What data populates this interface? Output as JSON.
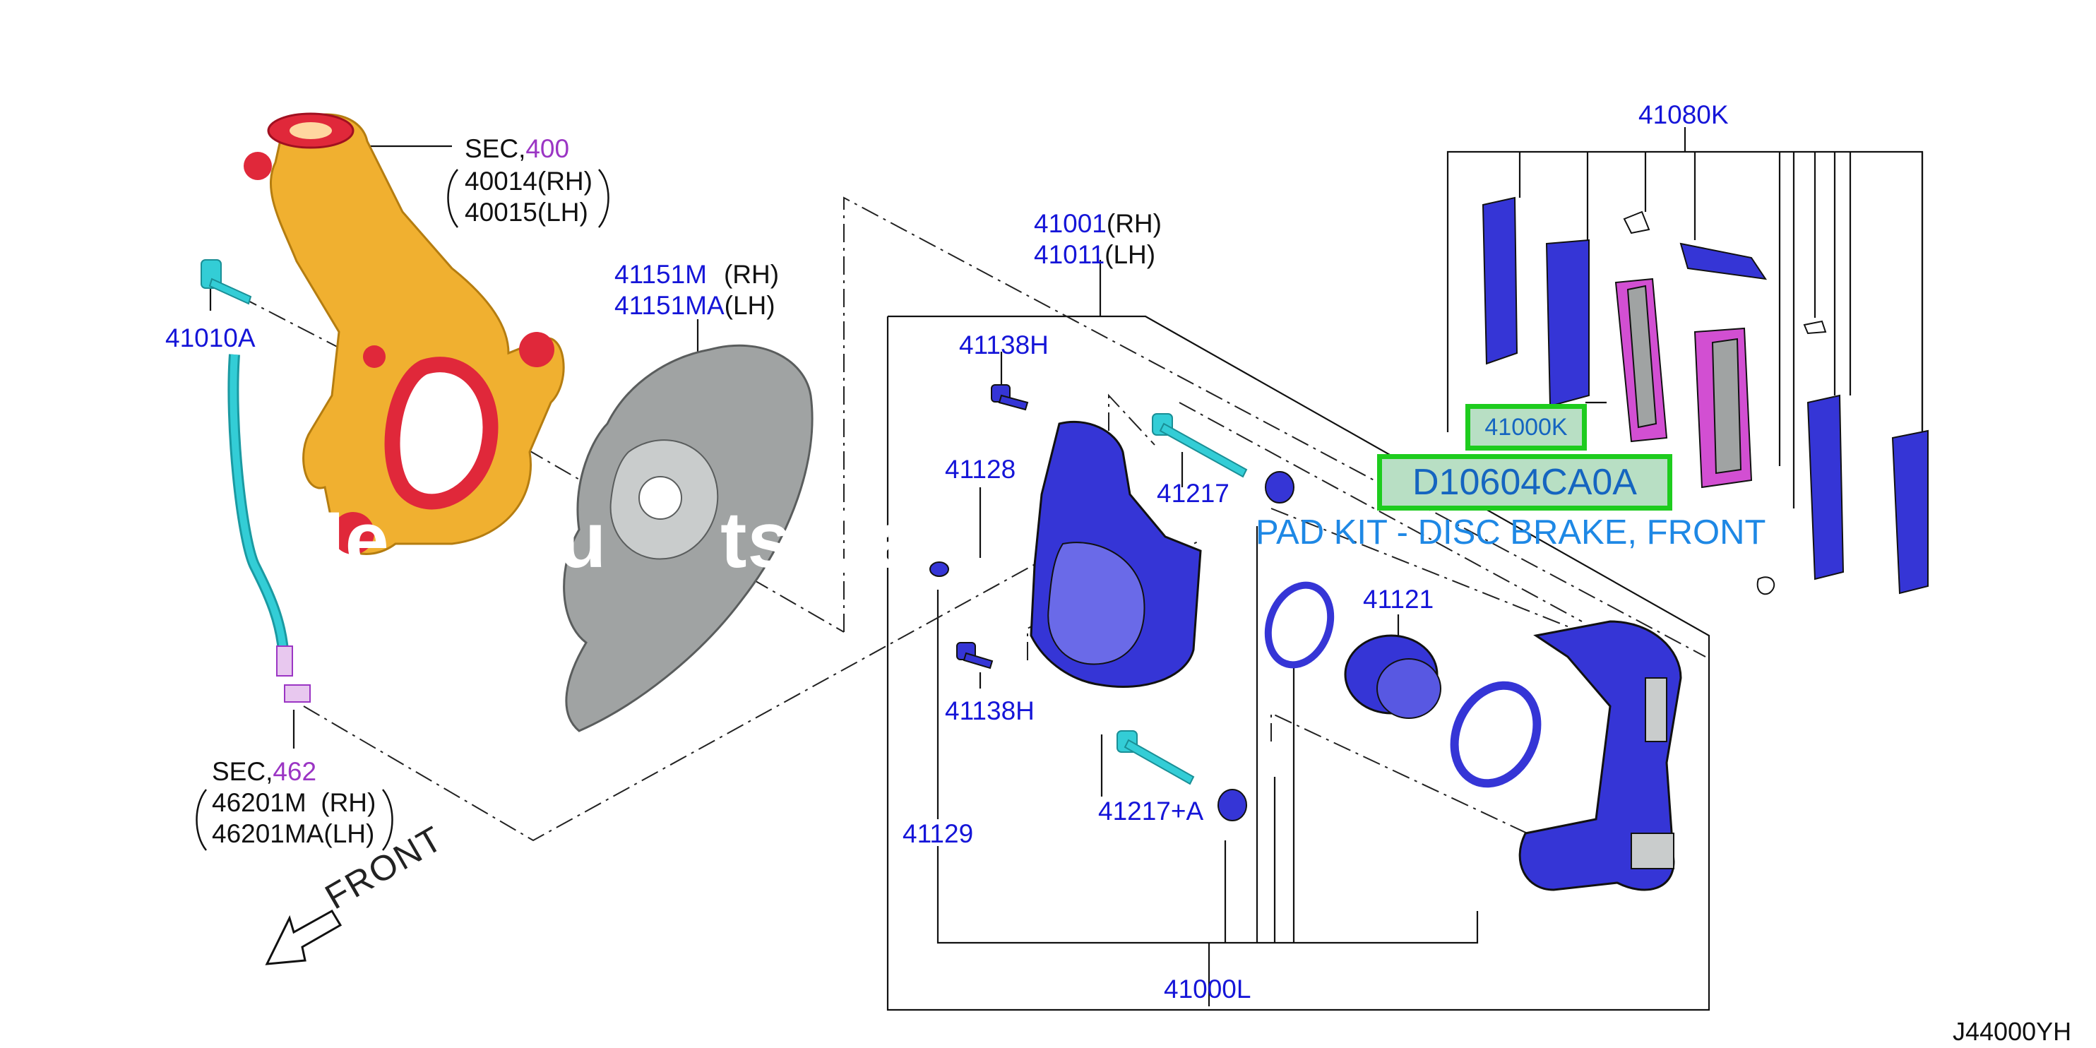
{
  "colors": {
    "callout_blue": "#1515d8",
    "callout_black": "#111111",
    "section_purple": "#9b35c4",
    "highlight_border": "#1ecc1e",
    "highlight_fill": "#b8dfc4",
    "knuckle_gold": "#f0b030",
    "knuckle_red": "#e0283a",
    "hose_cyan": "#33cdd6",
    "caliper_blue": "#3535d6",
    "shield_gray": "#a0a3a3",
    "pad_magenta": "#d24fd2",
    "watermark": "#ffffff"
  },
  "diagram": {
    "sec400": {
      "prefix": "SEC,",
      "num": "400",
      "rh": "40014(RH)",
      "lh": "40015(LH)"
    },
    "bolt": "41010A",
    "shield": {
      "rh_num": "41151M",
      "rh_suffix": "(RH)",
      "lh_num": "41151MA",
      "lh_suffix": "(LH)"
    },
    "caliper": {
      "rh_num": "41001",
      "rh_suffix": "(RH)",
      "lh_num": "41011",
      "lh_suffix": "(LH)"
    },
    "bolt_upper": "41138H",
    "bolt_lower": "41138H",
    "pin_upper": "41217",
    "pin_lower": "41217+A",
    "bleeder": "41128",
    "cap": "41129",
    "piston": "41121",
    "seal_kit": "41000L",
    "pad_kit": "41080K",
    "sec462": {
      "prefix": "SEC,",
      "num": "462",
      "rh": "46201M  (RH)",
      "lh": "46201MA(LH)"
    },
    "front_label": "FRONT",
    "drawing_code": "J44000YH"
  },
  "highlight": {
    "part_ref": "41000K",
    "part_number": "D10604CA0A",
    "description": "PAD KIT - DISC BRAKE, FRONT"
  },
  "watermark": "  Me     Au     ts Ca"
}
